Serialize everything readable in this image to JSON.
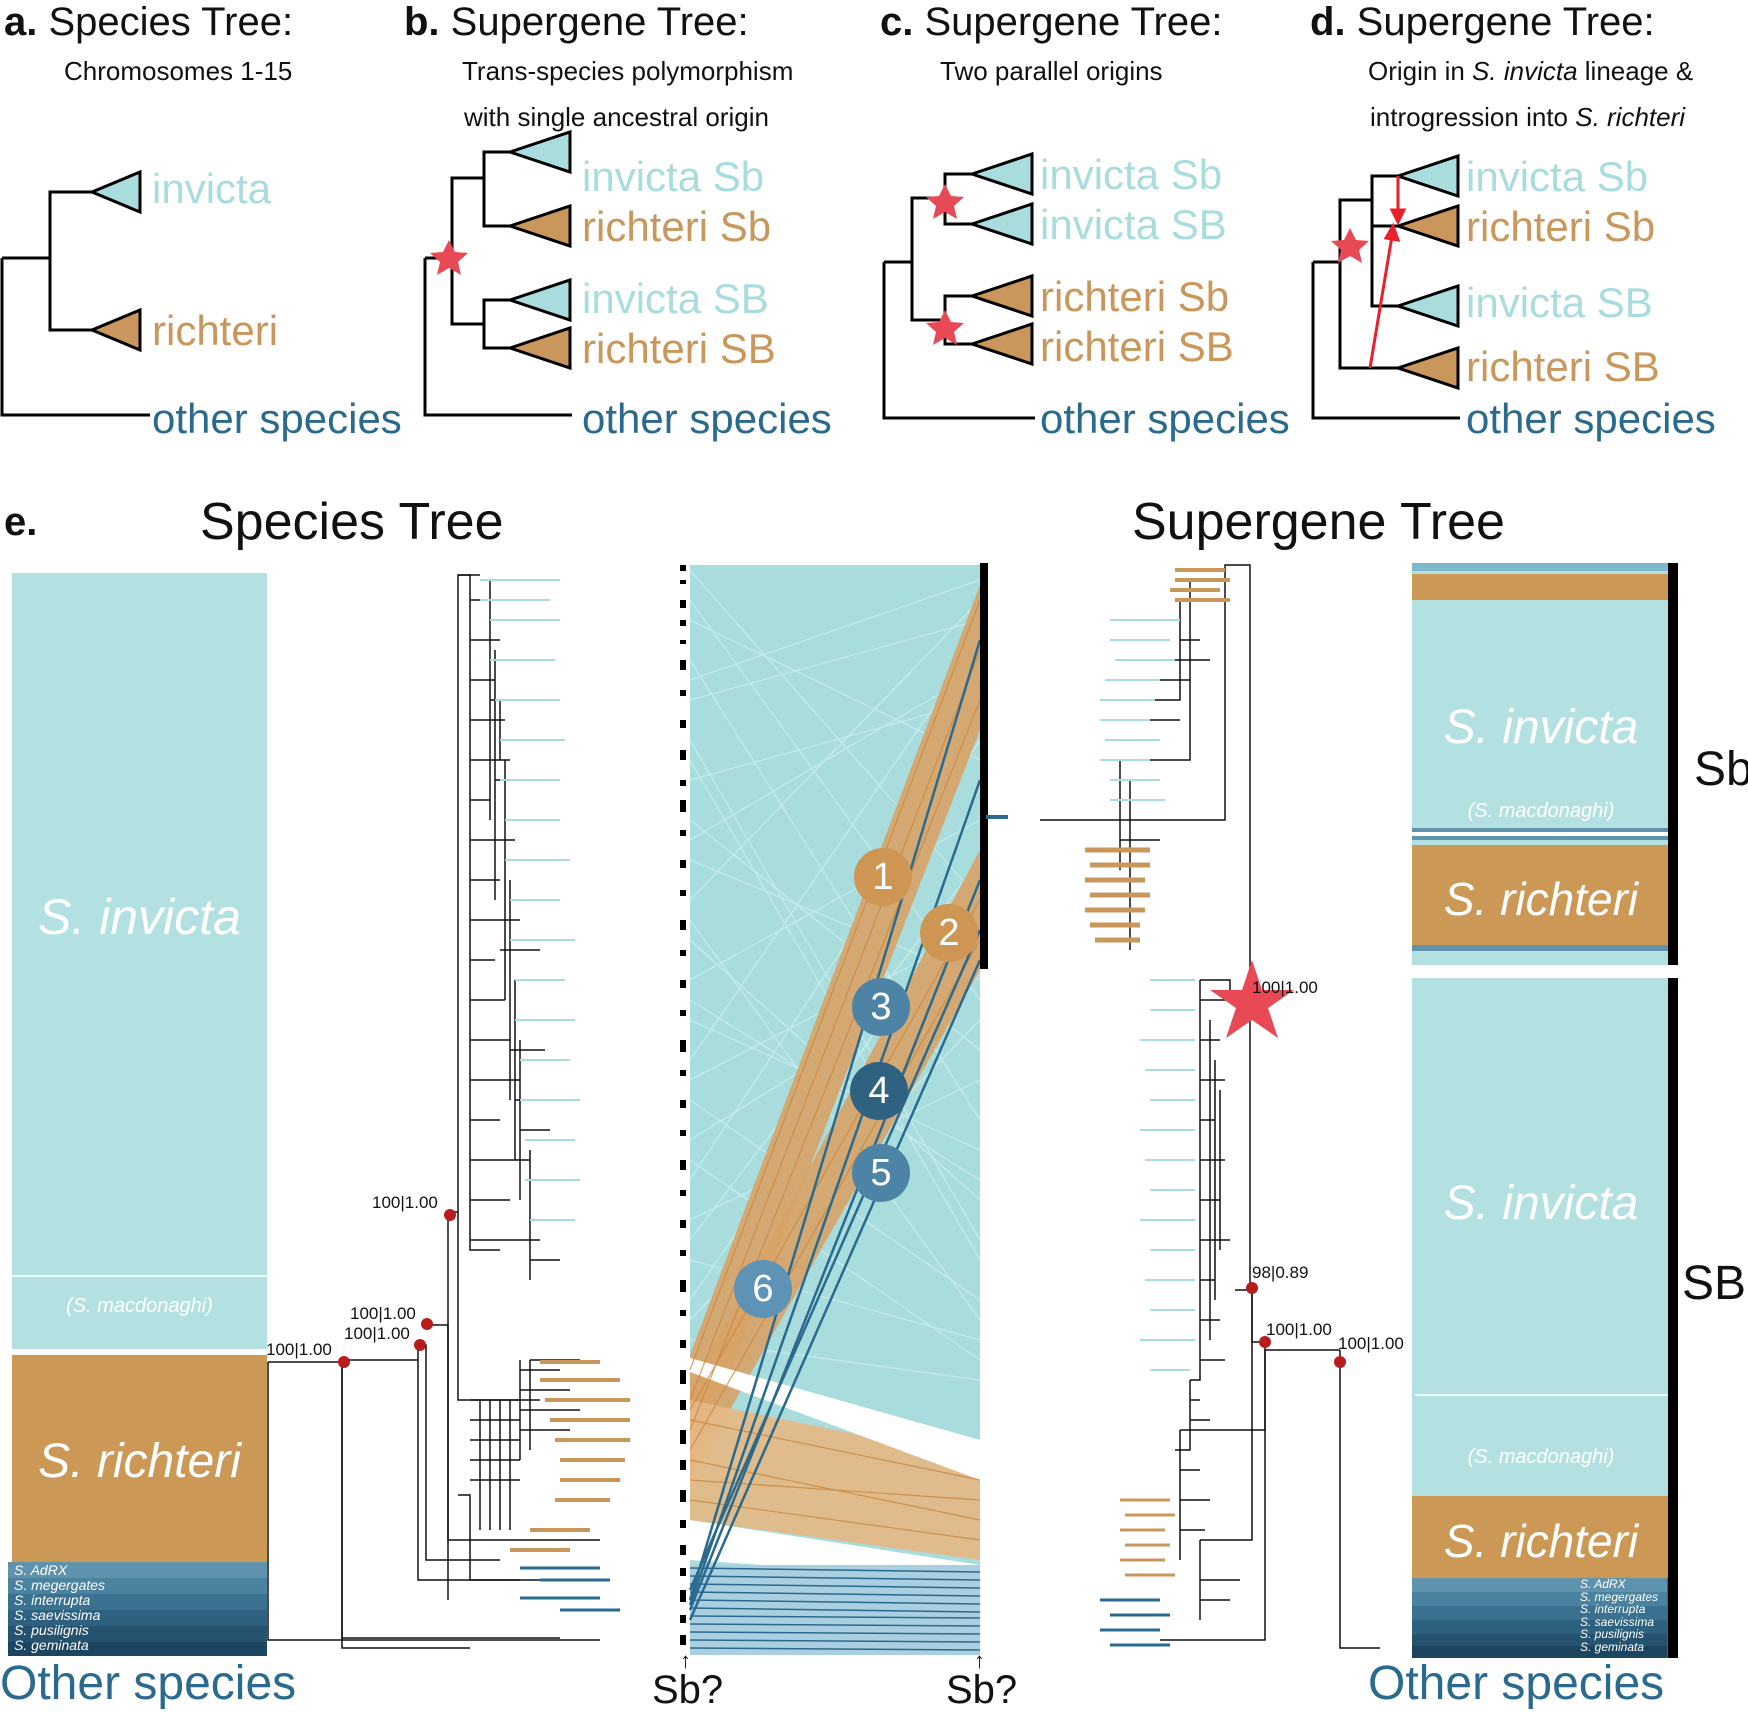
{
  "panels": {
    "a": {
      "letter": "a.",
      "title": "Species Tree:",
      "subtitle": "Chromosomes 1-15"
    },
    "b": {
      "letter": "b.",
      "title": "Supergene Tree:",
      "subtitle_line1": "Trans-species polymorphism",
      "subtitle_line2": "with single ancestral origin"
    },
    "c": {
      "letter": "c.",
      "title": "Supergene Tree:",
      "subtitle": "Two parallel origins"
    },
    "d": {
      "letter": "d.",
      "title": "Supergene Tree:",
      "subtitle_line1_pre": "Origin in ",
      "subtitle_line1_it": "S. invicta",
      "subtitle_line1_post": " lineage &",
      "subtitle_line2_pre": "introgression into ",
      "subtitle_line2_it": "S. richteri"
    },
    "e": {
      "letter": "e."
    }
  },
  "tip_labels": {
    "invicta": "invicta",
    "richteri": "richteri",
    "other": "other species",
    "invicta_sb_small": "invicta Sb",
    "invicta_SB": "invicta SB",
    "richteri_sb_small": "richteri Sb",
    "richteri_SB": "richteri SB"
  },
  "headings": {
    "species_tree": "Species Tree",
    "supergene_tree": "Supergene Tree",
    "other_species": "Other species",
    "sb_q": "Sb?",
    "arrow": "↑"
  },
  "blocks": {
    "invicta": "S. invicta",
    "macdonaghi": "(S. macdonaghi)",
    "richteri": "S. richteri",
    "others": [
      "S. AdRX",
      "S. megergates",
      "S. interrupta",
      "S. saevissima",
      "S. pusilignis",
      "S. geminata"
    ],
    "sb_small": "Sb",
    "sb_big": "SB"
  },
  "support_values": {
    "s1": "100|1.00",
    "s2": "100|1.00",
    "s3": "100|1.00",
    "s4": "100|1.00",
    "g1": "100|1.00",
    "g2": "98|0.89",
    "g3": "100|1.00",
    "g4": "100|1.00"
  },
  "circles": [
    "1",
    "2",
    "3",
    "4",
    "5",
    "6"
  ],
  "colors": {
    "invicta": "#a9dcdc",
    "richteri": "#c9965c",
    "other": "#2b6a8f",
    "dark_blue": "#1f4d66",
    "star_red": "#e84a55",
    "node_red": "#b81c1c"
  }
}
